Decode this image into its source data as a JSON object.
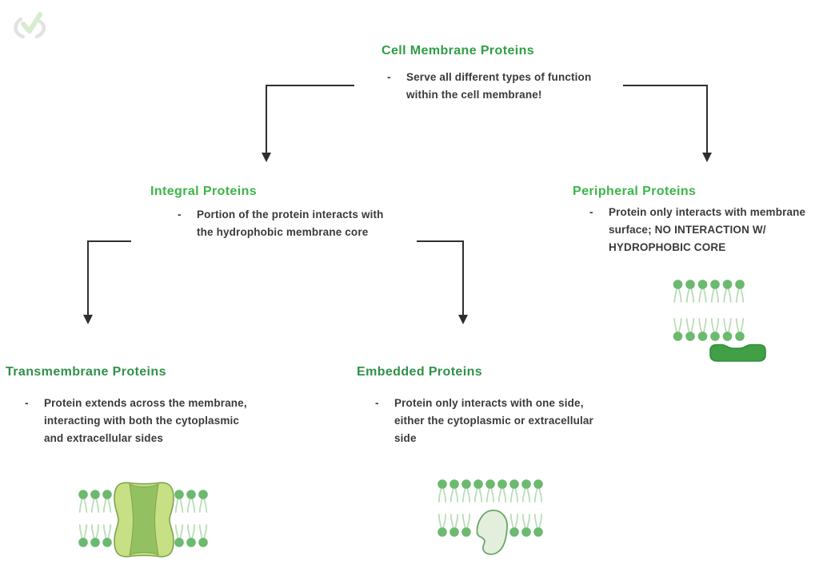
{
  "bullet_marker": "-",
  "nodes": {
    "root": {
      "title": "Cell Membrane Proteins",
      "lines": [
        "Serve all different types of function",
        "within the cell membrane!"
      ]
    },
    "integral": {
      "title": "Integral Proteins",
      "lines": [
        "Portion of the protein interacts with",
        "the hydrophobic membrane core"
      ]
    },
    "peripheral": {
      "title": "Peripheral Proteins",
      "lines": [
        "Protein only interacts with membrane",
        "surface; NO INTERACTION W/",
        "HYDROPHOBIC CORE"
      ]
    },
    "transmembrane": {
      "title": "Transmembrane Proteins",
      "lines": [
        "Protein extends across the membrane,",
        "interacting with both the cytoplasmic",
        "and extracellular sides"
      ]
    },
    "embedded": {
      "title": "Embedded Proteins",
      "lines": [
        "Protein only interacts with one side,",
        "either the cytoplasmic or extracellular",
        "side"
      ]
    }
  },
  "edges": [
    {
      "from": "Cell Membrane Proteins",
      "to": "Integral Proteins"
    },
    {
      "from": "Cell Membrane Proteins",
      "to": "Peripheral Proteins"
    },
    {
      "from": "Integral Proteins",
      "to": "Transmembrane Proteins"
    },
    {
      "from": "Integral Proteins",
      "to": "Embedded Proteins"
    }
  ],
  "illustrations": {
    "peripheral": "lipid-bilayer-with-surface-protein",
    "transmembrane": "lipid-bilayer-with-channel-protein",
    "embedded": "lipid-bilayer-with-embedded-protein"
  },
  "colors": {
    "heading_root": "#2e9e44",
    "heading_mid": "#3cb54a",
    "heading_leaf": "#2f9149",
    "body_text": "#3a3a3a",
    "arrow": "#2f2f2f",
    "lipid_head": "#6cb970",
    "lipid_tail": "#b9dcb6",
    "peri_fill": "#41a046",
    "peri_stroke": "#2f8c38",
    "tm_outer": "#c6e083",
    "tm_inner": "#93c161",
    "tm_stroke": "#7fa34e",
    "emb_fill": "#e3efdc",
    "emb_stroke": "#69a968"
  }
}
